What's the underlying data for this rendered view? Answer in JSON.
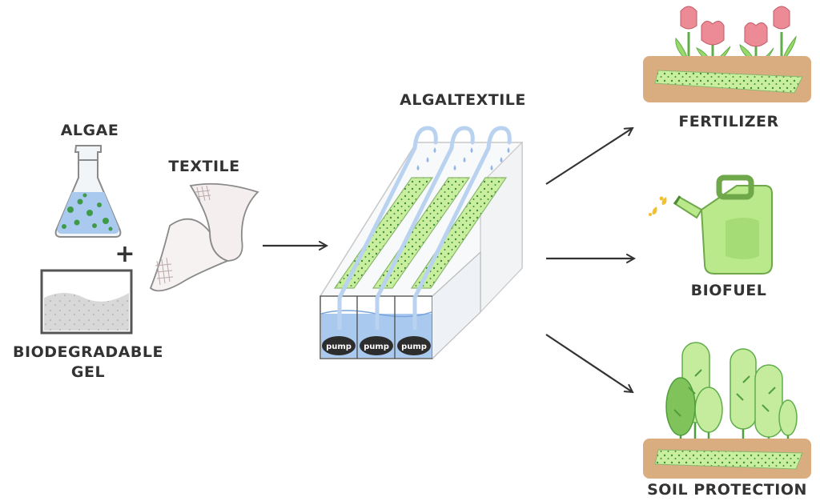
{
  "diagram": {
    "labels": {
      "algae": "ALGAE",
      "plus": "+",
      "biodegradable_gel_line1": "BIODEGRADABLE",
      "biodegradable_gel_line2": "GEL",
      "textile": "TEXTILE",
      "algaltextile": "ALGALTEXTILE",
      "fertilizer": "FERTILIZER",
      "biofuel": "BIOFUEL",
      "soil_protection": "SOIL PROTECTION"
    },
    "pumps": [
      "pump",
      "pump",
      "pump"
    ],
    "colors": {
      "algae_green": "#b6e38a",
      "dark_green": "#3f8f3a",
      "water_blue": "#a9c9ee",
      "tube_blue": "#c9dcf3",
      "soil_brown": "#d9ad80",
      "tulip_pink": "#e9808d",
      "fuel_green": "#b9e98a",
      "fuel_drop": "#f2c12e",
      "arrow": "#333333"
    }
  }
}
